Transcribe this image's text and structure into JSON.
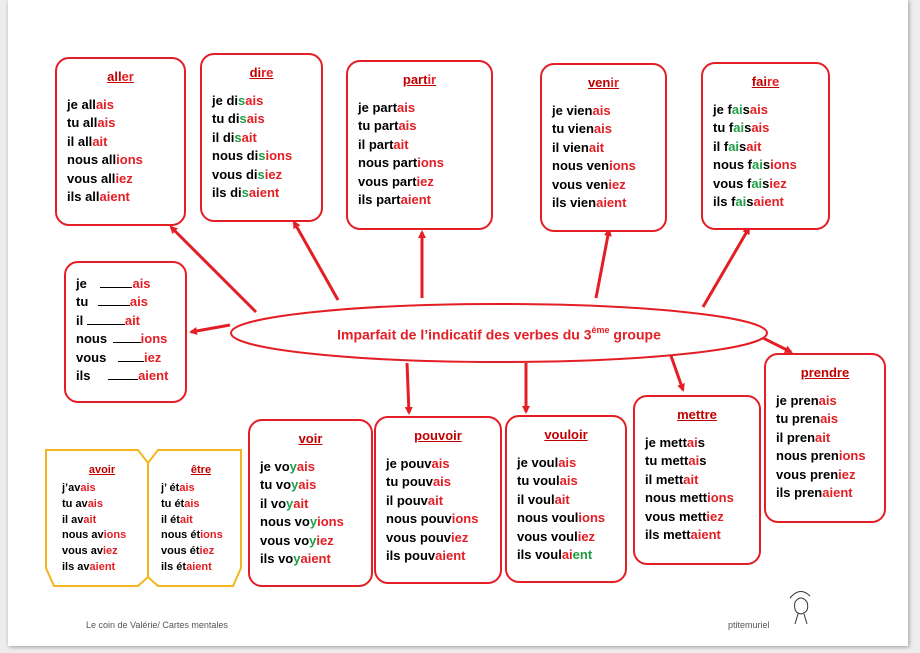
{
  "central": {
    "label": "Imparfait de l’indicatif des verbes du 3",
    "sup": "ème",
    "label_end": " groupe"
  },
  "colors": {
    "accent": "#e31e24",
    "title": "#c00000",
    "green": "#1f9e45",
    "book": "#f5b51c"
  },
  "verbs": [
    {
      "title_stem": "all",
      "title_end": "er",
      "lines": [
        [
          "je ",
          "all",
          "ais"
        ],
        [
          "tu ",
          "all",
          "ais"
        ],
        [
          "il ",
          "all",
          "ait"
        ],
        [
          "nous ",
          "all",
          "ions"
        ],
        [
          "vous ",
          "all",
          "iez"
        ],
        [
          "ils ",
          "all",
          "aient"
        ]
      ]
    },
    {
      "title_stem": "di",
      "title_end": "re",
      "lines": [
        [
          "je ",
          "di",
          "s",
          "ais"
        ],
        [
          "tu ",
          "di",
          "s",
          "ais"
        ],
        [
          "il ",
          "di",
          "s",
          "ait"
        ],
        [
          "nous ",
          "di",
          "s",
          "ions"
        ],
        [
          "vous ",
          "di",
          "s",
          "iez"
        ],
        [
          "ils ",
          "di",
          "s",
          "aient"
        ]
      ]
    },
    {
      "title_stem": "part",
      "title_end": "ir",
      "lines": [
        [
          "je ",
          "part",
          "ais"
        ],
        [
          "tu ",
          "part",
          "ais"
        ],
        [
          "il ",
          "part",
          "ait"
        ],
        [
          "nous ",
          "part",
          "ions"
        ],
        [
          "vous ",
          "part",
          "iez"
        ],
        [
          "ils ",
          "part",
          "aient"
        ]
      ]
    },
    {
      "title_stem": "ven",
      "title_end": "ir",
      "lines": [
        [
          "je ",
          "vien",
          "ais"
        ],
        [
          "tu ",
          "vien",
          "ais"
        ],
        [
          "il ",
          "vien",
          "ait"
        ],
        [
          "nous ",
          "ven",
          "ions"
        ],
        [
          "vous ",
          "ven",
          "iez"
        ],
        [
          "ils ",
          "vien",
          "aient"
        ]
      ]
    },
    {
      "title_stem": "fai",
      "title_end": "re",
      "lines": [
        [
          "je ",
          "f",
          "ai",
          "s",
          "ais"
        ],
        [
          "tu ",
          "f",
          "ai",
          "s",
          "ais"
        ],
        [
          "il ",
          "f",
          "ai",
          "s",
          "ait"
        ],
        [
          "nous ",
          "f",
          "ai",
          "s",
          "ions"
        ],
        [
          "vous ",
          "f",
          "ai",
          "s",
          "iez"
        ],
        [
          "ils ",
          "f",
          "ai",
          "s",
          "aient"
        ]
      ]
    },
    {
      "title": "prendre",
      "lines": [
        [
          "je ",
          "pren",
          "ais"
        ],
        [
          "tu ",
          "pren",
          "ais"
        ],
        [
          "il ",
          "pren",
          "ait"
        ],
        [
          "nous ",
          "pren",
          "ions"
        ],
        [
          "vous ",
          "pren",
          "iez"
        ],
        [
          "ils ",
          "pren",
          "aient"
        ]
      ]
    },
    {
      "title": "mettre",
      "lines": [
        [
          "je ",
          "mett",
          "ai",
          "s"
        ],
        [
          "tu ",
          "mett",
          "ai",
          "s"
        ],
        [
          "il ",
          "mett",
          "ait"
        ],
        [
          "nous ",
          "mett",
          "ions"
        ],
        [
          "vous ",
          "mett",
          "iez"
        ],
        [
          "ils ",
          "mett",
          "aient"
        ]
      ]
    },
    {
      "title": "vouloir",
      "lines": [
        [
          "je ",
          "voul",
          "ais"
        ],
        [
          "tu ",
          "voul",
          "ais"
        ],
        [
          "il ",
          "voul",
          "ait"
        ],
        [
          "nous ",
          "voul",
          "ions"
        ],
        [
          "vous ",
          "voul",
          "iez"
        ],
        [
          "ils ",
          "voul",
          "ai",
          "ent"
        ]
      ]
    },
    {
      "title": "pouvoir",
      "lines": [
        [
          "je ",
          "pouv",
          "ais"
        ],
        [
          "tu ",
          "pouv",
          "ais"
        ],
        [
          "il ",
          "pouv",
          "ait"
        ],
        [
          "nous ",
          "pouv",
          "ions"
        ],
        [
          "vous ",
          "pouv",
          "iez"
        ],
        [
          "ils ",
          "pouv",
          "aient"
        ]
      ]
    },
    {
      "title": "voir",
      "lines": [
        [
          "je ",
          "vo",
          "y",
          "ais"
        ],
        [
          "tu ",
          "vo",
          "y",
          "ais"
        ],
        [
          "il ",
          "vo",
          "y",
          "ait"
        ],
        [
          "nous ",
          "vo",
          "y",
          "ions"
        ],
        [
          "vous ",
          "vo",
          "y",
          "iez"
        ],
        [
          "ils ",
          "vo",
          "y",
          "aient"
        ]
      ]
    }
  ],
  "template": {
    "lines": [
      [
        "je ",
        "ais"
      ],
      [
        "tu ",
        "ais"
      ],
      [
        "il ",
        "ait"
      ],
      [
        "nous ",
        "ions"
      ],
      [
        "vous ",
        "iez"
      ],
      [
        "ils ",
        "aient"
      ]
    ]
  },
  "book": {
    "avoir": {
      "title": "avoir",
      "lines": [
        [
          "j’av",
          "ais"
        ],
        [
          "tu av",
          "ais"
        ],
        [
          "il av",
          "ait"
        ],
        [
          "nous av",
          "ions"
        ],
        [
          "vous av",
          "iez"
        ],
        [
          "ils av",
          "aient"
        ]
      ]
    },
    "etre": {
      "title": "être",
      "lines": [
        [
          "j’ ét",
          "ais"
        ],
        [
          "tu ét",
          "ais"
        ],
        [
          "il ét",
          "ait"
        ],
        [
          "nous ét",
          "ions"
        ],
        [
          "vous ét",
          "iez"
        ],
        [
          "ils ét",
          "aient"
        ]
      ]
    }
  },
  "footer": {
    "left": "Le coin de Valérie/ Cartes mentales",
    "right": "ptitemuriel"
  }
}
